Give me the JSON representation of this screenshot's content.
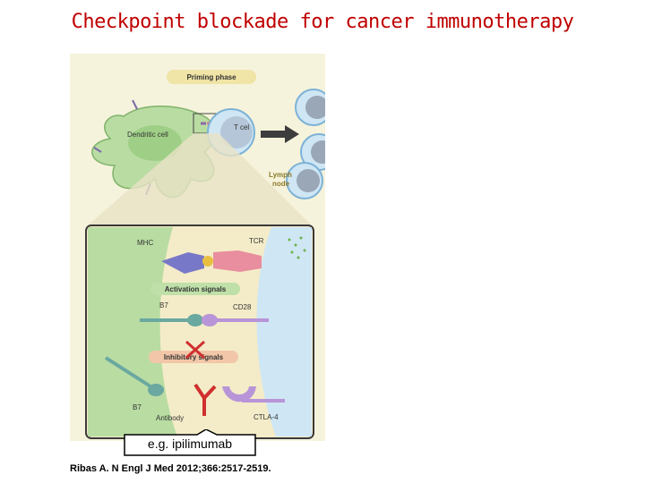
{
  "title": "Checkpoint blockade for cancer immunotherapy",
  "figure": {
    "priming_phase": "Priming phase",
    "dendritic_cell": "Dendritic cell",
    "t_cell": "T cel",
    "lymph_node_line1": "Lymph",
    "lymph_node_line2": "node",
    "mhc": "MHC",
    "tcr": "TCR",
    "activation_signals": "Activation signals",
    "b7_top": "B7",
    "cd28": "CD28",
    "inhibitory_signals": "Inhibitory signals",
    "b7_bottom": "B7",
    "antibody": "Antibody",
    "ctla4": "CTLA-4"
  },
  "callout": "e.g. ipilimumab",
  "citation": "Ribas A. N Engl J Med 2012;366:2517-2519."
}
